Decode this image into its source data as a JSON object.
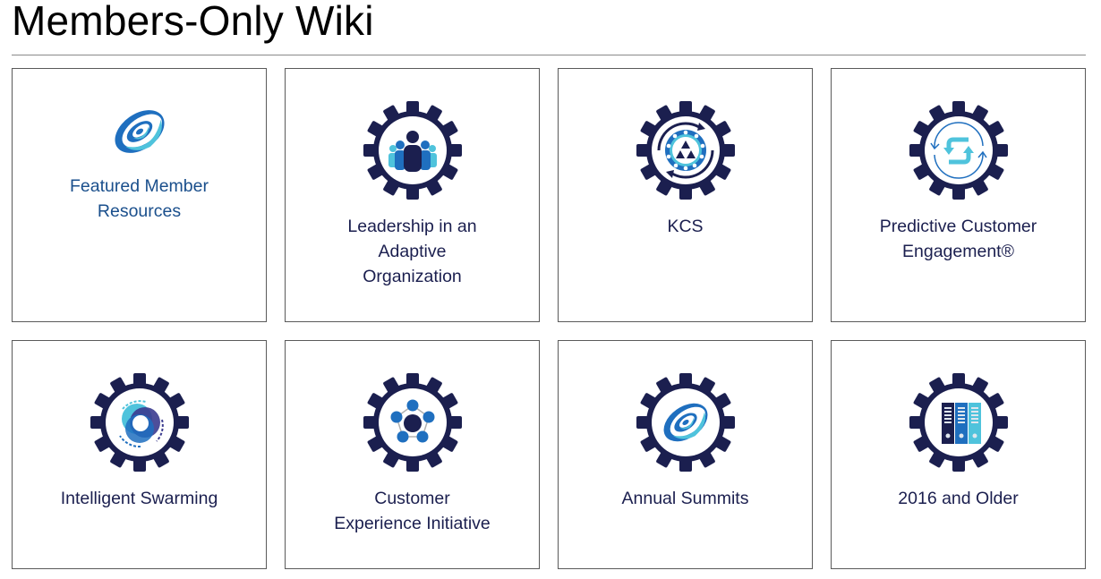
{
  "page": {
    "title": "Members-Only Wiki"
  },
  "colors": {
    "navy": "#1b1f4f",
    "blue": "#1f6fbf",
    "light_blue": "#4fc3dc",
    "link": "#1a4f8c",
    "border": "#5a5a5a"
  },
  "cards": [
    {
      "label": "Featured Member Resources",
      "line1": "Featured Member",
      "line2": "Resources",
      "line3": "",
      "icon": "spiral-logo-icon"
    },
    {
      "label": "Leadership in an Adaptive Organization",
      "line1": "Leadership in an",
      "line2": "Adaptive",
      "line3": "Organization",
      "icon": "gear-people-icon"
    },
    {
      "label": "KCS",
      "line1": "KCS",
      "line2": "",
      "line3": "",
      "icon": "gear-triangle-cycle-icon"
    },
    {
      "label": "Predictive Customer Engagement®",
      "line1": "Predictive Customer",
      "line2": "Engagement®",
      "line3": "",
      "icon": "gear-refresh-arrows-icon"
    },
    {
      "label": "Intelligent Swarming",
      "line1": "Intelligent Swarming",
      "line2": "",
      "line3": "",
      "icon": "gear-swarm-circles-icon"
    },
    {
      "label": "Customer Experience Initiative",
      "line1": "Customer",
      "line2": "Experience Initiative",
      "line3": "",
      "icon": "gear-network-nodes-icon"
    },
    {
      "label": "Annual Summits",
      "line1": "Annual Summits",
      "line2": "",
      "line3": "",
      "icon": "gear-spiral-icon"
    },
    {
      "label": "2016 and Older",
      "line1": "2016 and Older",
      "line2": "",
      "line3": "",
      "icon": "gear-binders-icon"
    }
  ]
}
